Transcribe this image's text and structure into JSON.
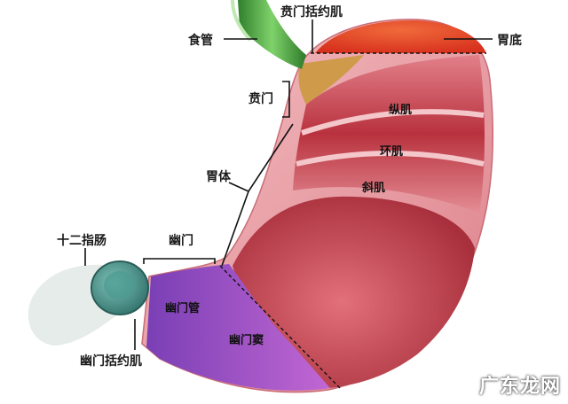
{
  "labels": {
    "cardiac_sphincter": "贲门括约肌",
    "esophagus": "食管",
    "fundus": "胃底",
    "cardia": "贲门",
    "longitudinal_muscle": "纵肌",
    "circular_muscle": "环肌",
    "oblique_muscle": "斜肌",
    "body": "胃体",
    "duodenum": "十二指肠",
    "pylorus": "幽门",
    "pyloric_canal": "幽门管",
    "pyloric_antrum": "幽门窦",
    "pyloric_sphincter": "幽门括约肌"
  },
  "watermark": "广东龙网",
  "colors": {
    "esophagus": "#4fae3f",
    "fundus": "#e0442a",
    "stomach_wall": "#e99aa0",
    "muscle": "#c8414a",
    "mucosa": "#c54250",
    "pyloric_region": "#9a5cc9",
    "duodenum": "#3f8f86"
  }
}
